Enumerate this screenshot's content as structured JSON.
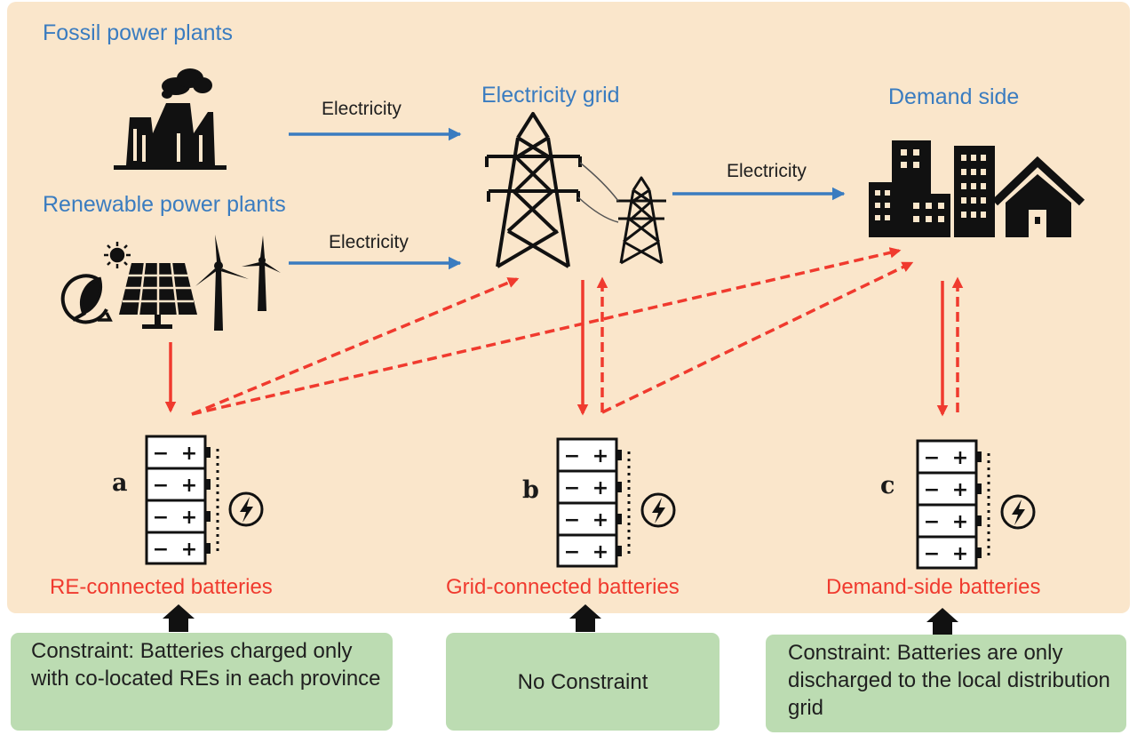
{
  "labels": {
    "fossil": "Fossil power plants",
    "renewable": "Renewable power plants",
    "grid": "Electricity grid",
    "demand": "Demand side",
    "electricity_1": "Electricity",
    "electricity_2": "Electricity",
    "electricity_3": "Electricity"
  },
  "batteries": [
    {
      "letter": "a",
      "label": "RE-connected batteries"
    },
    {
      "letter": "b",
      "label": "Grid-connected batteries"
    },
    {
      "letter": "c",
      "label": "Demand-side batteries"
    }
  ],
  "constraints": {
    "a": "Constraint: Batteries charged only with co-located REs in each province",
    "b": "No Constraint",
    "c": "Constraint: Batteries are only discharged to the local distribution grid"
  },
  "battery_symbols": {
    "minus": "−",
    "plus": "+"
  },
  "colors": {
    "panel": "#fae6cb",
    "box": "#bcdcb2",
    "blue_label": "#3a7cc0",
    "blue_arrow": "#3a7cc0",
    "red": "#f03a2e"
  },
  "icons": [
    "factory-icon",
    "solar-panel-icon",
    "wind-turbine-icon",
    "power-tower-icon",
    "buildings-icon",
    "house-icon",
    "battery-icon",
    "lightning-icon",
    "recycle-leaf-icon",
    "sun-icon"
  ]
}
